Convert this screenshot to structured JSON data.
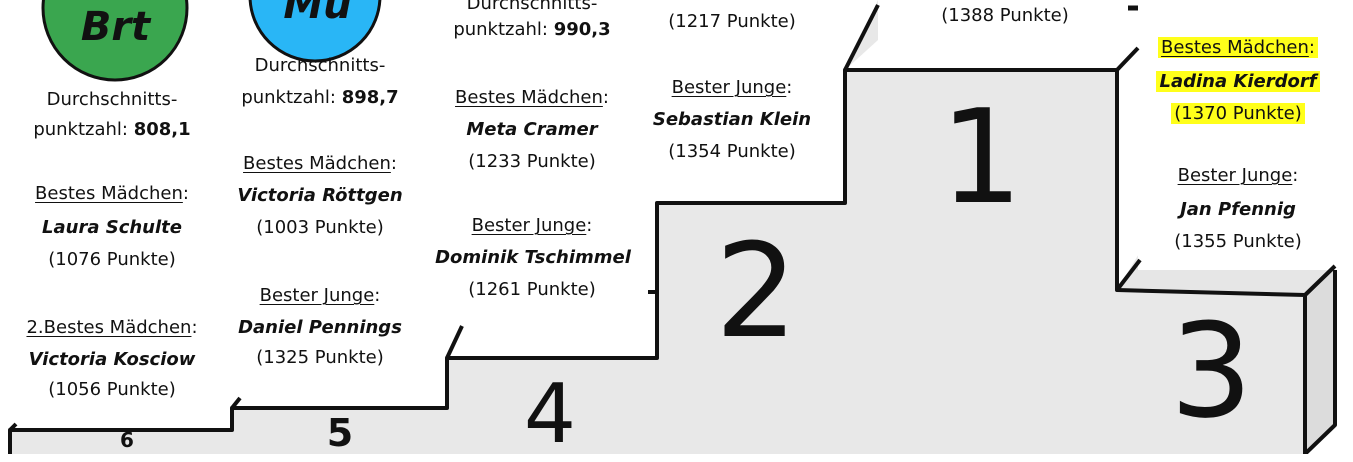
{
  "circles": [
    {
      "label": "Brt",
      "color": "#3aa64f"
    },
    {
      "label": "Mü",
      "color": "#29b6f6"
    }
  ],
  "podium": {
    "place_labels": [
      "1",
      "2",
      "3",
      "4",
      "5",
      "6"
    ],
    "fill_color": "#e8e8e8",
    "line_color": "#111111"
  },
  "columns": [
    {
      "avg_label_line1": "Durchschnitts-",
      "avg_label_line2": "punktzahl:",
      "avg_value": "808,1",
      "girl_label": "Bestes Mädchen",
      "girl_name": "Laura Schulte",
      "girl_points": "(1076 Punkte)",
      "girl2_label": "2.Bestes Mädchen",
      "girl2_name": "Victoria Kosciow",
      "girl2_points": "(1056 Punkte)"
    },
    {
      "avg_label_line1": "Durchschnitts-",
      "avg_label_line2": "punktzahl:",
      "avg_value": "898,7",
      "girl_label": "Bestes Mädchen",
      "girl_name": "Victoria Röttgen",
      "girl_points": "(1003 Punkte)",
      "boy_label": "Bester Junge",
      "boy_name": "Daniel Pennings",
      "boy_points": "(1325 Punkte)"
    },
    {
      "avg_label_line1": "Durchschnitts-",
      "avg_label_line2": "punktzahl:",
      "avg_value": "990,3",
      "girl_label": "Bestes Mädchen",
      "girl_name": "Meta Cramer",
      "girl_points": "(1233 Punkte)",
      "boy_label": "Bester Junge",
      "boy_name": "Dominik Tschimmel",
      "boy_points": "(1261 Punkte)"
    },
    {
      "top_points": "(1217 Punkte)",
      "boy_label": "Bester Junge",
      "boy_name": "Sebastian Klein",
      "boy_points": "(1354 Punkte)"
    },
    {
      "top_points": "(1388 Punkte)"
    },
    {
      "girl_label": "Bestes Mädchen",
      "girl_name": "Ladina Kierdorf",
      "girl_points": "(1370 Punkte)",
      "highlight_color": "#ffff1a",
      "boy_label": "Bester Junge",
      "boy_name": "Jan Pfennig",
      "boy_points": "(1355 Punkte)"
    }
  ]
}
